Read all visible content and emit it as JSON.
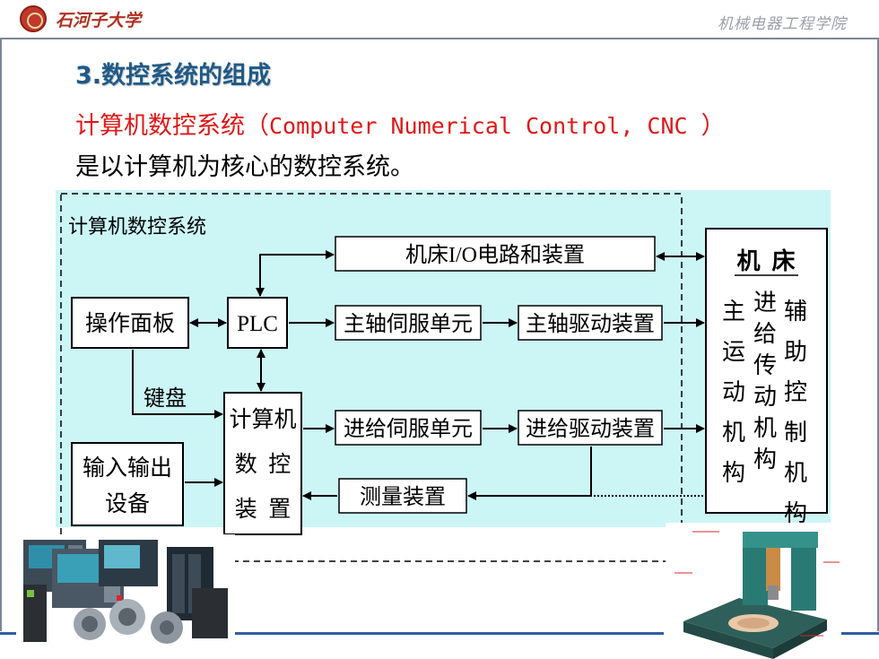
{
  "header": {
    "university": "石河子大学",
    "college": "机械电器工程学院"
  },
  "slide": {
    "title": "3.数控系统的组成",
    "line1_zh": "计算机数控系统（",
    "line1_en": "Computer Numerical Control, CNC ",
    "line1_close": "）",
    "line2": "是以计算机为核心的数控系统。"
  },
  "diagram": {
    "region_label": "计算机数控系统",
    "nodes": {
      "io": "机床I/O电路和装置",
      "machine_title": "机  床",
      "machine_cols": [
        "主运动机构",
        "进给传动机构",
        "辅助控制机构"
      ],
      "panel": "操作面板",
      "plc": "PLC",
      "spindle_servo": "主轴伺服单元",
      "spindle_drive": "主轴驱动装置",
      "keyboard": "键盘",
      "computer": [
        "计算机",
        "数  控",
        "装  置"
      ],
      "feed_servo": "进给伺服单元",
      "feed_drive": "进给驱动装置",
      "io_device": [
        "输入输出",
        "设备"
      ],
      "measure": "测量装置"
    }
  },
  "colors": {
    "title": "#1e5a87",
    "red_text": "#e01818",
    "diagram_bg": "#ccf5f6",
    "footer_blue": "#2e5fa3"
  }
}
